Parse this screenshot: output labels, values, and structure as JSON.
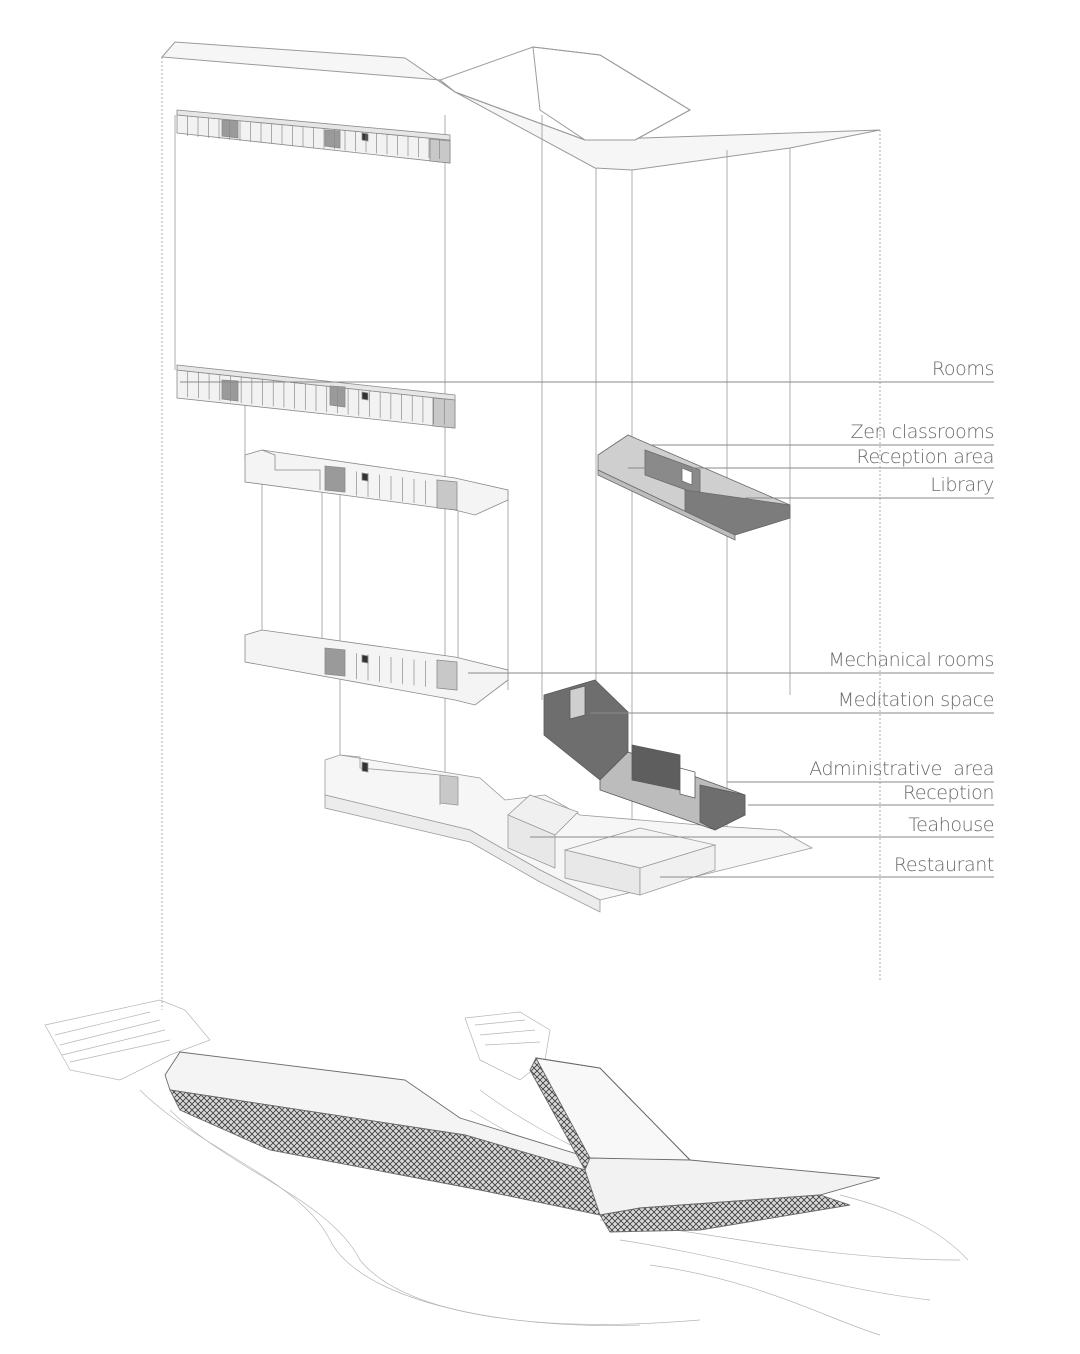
{
  "labels": {
    "rooms": "Rooms",
    "zen_classrooms": "Zen classrooms",
    "reception_area": "Reception area",
    "library": "Library",
    "mechanical_rooms": "Mechanical rooms",
    "meditation_space": "Meditation space",
    "administrative_area": "Administrative  area",
    "reception": "Reception",
    "teahouse": "Teahouse",
    "restaurant": "Restaurant"
  },
  "colors": {
    "line": "#8a8a8a",
    "light_fill": "#efefef",
    "mid_fill": "#b9b9b9",
    "dark_fill": "#7c7c7c",
    "label_text": "#6a6a6a"
  }
}
